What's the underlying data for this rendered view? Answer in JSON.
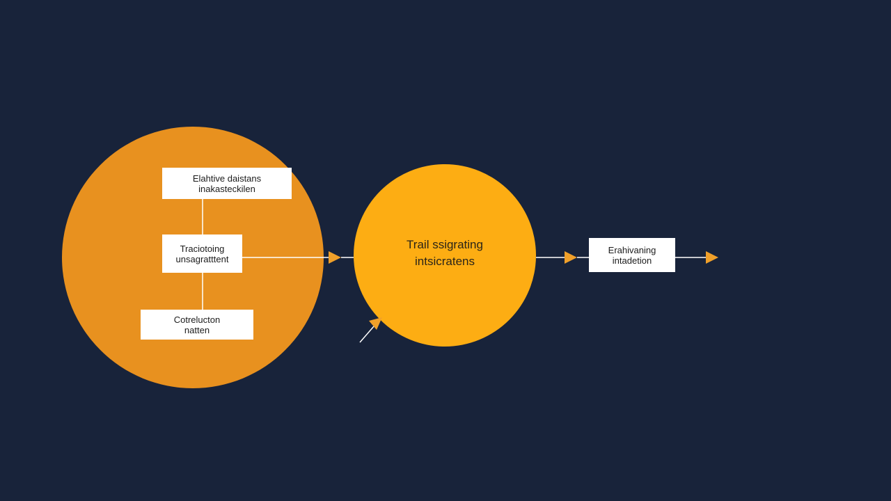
{
  "colors": {
    "background": "#18233a",
    "left_circle": "#e8911f",
    "center_circle": "#fdad13",
    "arrow": "#f0a02a",
    "connector": "#ffffff",
    "box_fill": "#ffffff"
  },
  "nodes": {
    "top_box": {
      "line1": "Elahtive daistans",
      "line2": "inakasteckilen"
    },
    "middle_box": {
      "line1": "Traciotoing",
      "line2": "unsagratttent"
    },
    "bottom_box": {
      "line1": "Cotrelucton",
      "line2": "natten"
    },
    "center_circle": {
      "line1": "Trail ssigrating",
      "line2": "intsicratens"
    },
    "right_box": {
      "line1": "Erahivaning",
      "line2": "intadetion"
    }
  }
}
